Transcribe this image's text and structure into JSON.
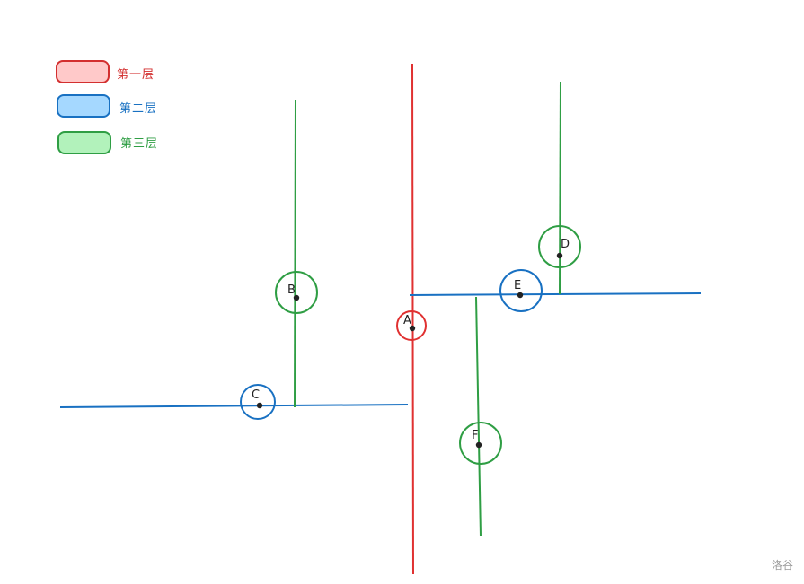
{
  "legend": {
    "items": [
      {
        "label": "第一层",
        "color": "#d32f2f",
        "fill": "#ffc9c9"
      },
      {
        "label": "第二层",
        "color": "#1971c2",
        "fill": "#a5d8ff"
      },
      {
        "label": "第三层",
        "color": "#2f9e44",
        "fill": "#b2f2bb"
      }
    ]
  },
  "points": {
    "A": "A",
    "B": "B",
    "C": "C",
    "D": "D",
    "E": "E",
    "F": "F"
  },
  "watermark": "洛谷"
}
